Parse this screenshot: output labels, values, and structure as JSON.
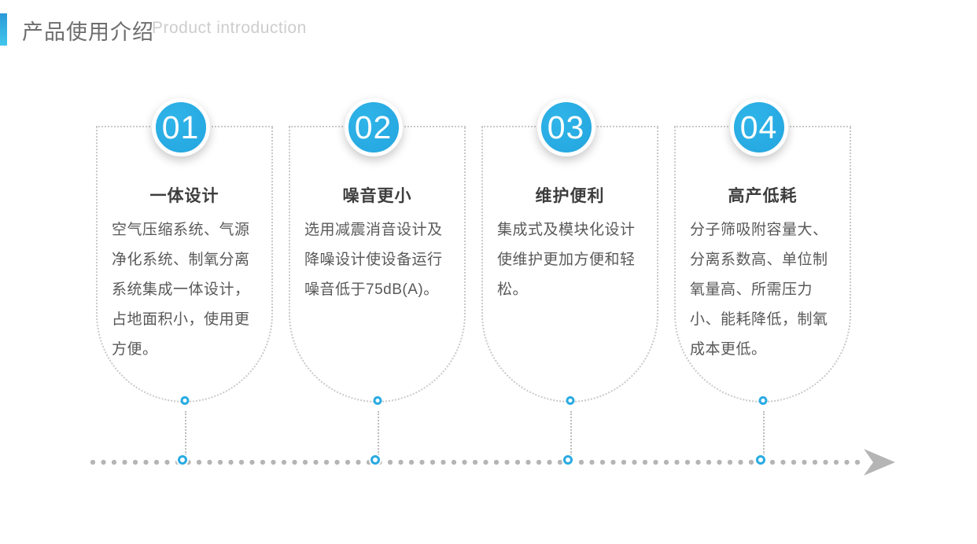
{
  "header": {
    "title_zh": "产品使用介绍",
    "title_en": "Product introduction"
  },
  "colors": {
    "accent_blue": "#29abe2",
    "accent_bar_gradient_top": "#2b9ad8",
    "accent_bar_gradient_bottom": "#41c7ec",
    "timeline_gray": "#b5b5b5",
    "body_text": "#595959"
  },
  "cards": [
    {
      "number": "01",
      "title": "一体设计",
      "body": "空气压缩系统、气源净化系统、制氧分离系统集成一体设计，占地面积小，使用更方便。"
    },
    {
      "number": "02",
      "title": "噪音更小",
      "body": "选用减震消音设计及降噪设计使设备运行噪音低于75dB(A)。"
    },
    {
      "number": "03",
      "title": "维护便利",
      "body": "集成式及模块化设计使维护更加方便和轻松。"
    },
    {
      "number": "04",
      "title": "高产低耗",
      "body": "分子筛吸附容量大、分离系数高、单位制氧量高、所需压力小、能耗降低，制氧成本更低。"
    }
  ],
  "timeline": {
    "arrow_icon": "arrow-right"
  }
}
